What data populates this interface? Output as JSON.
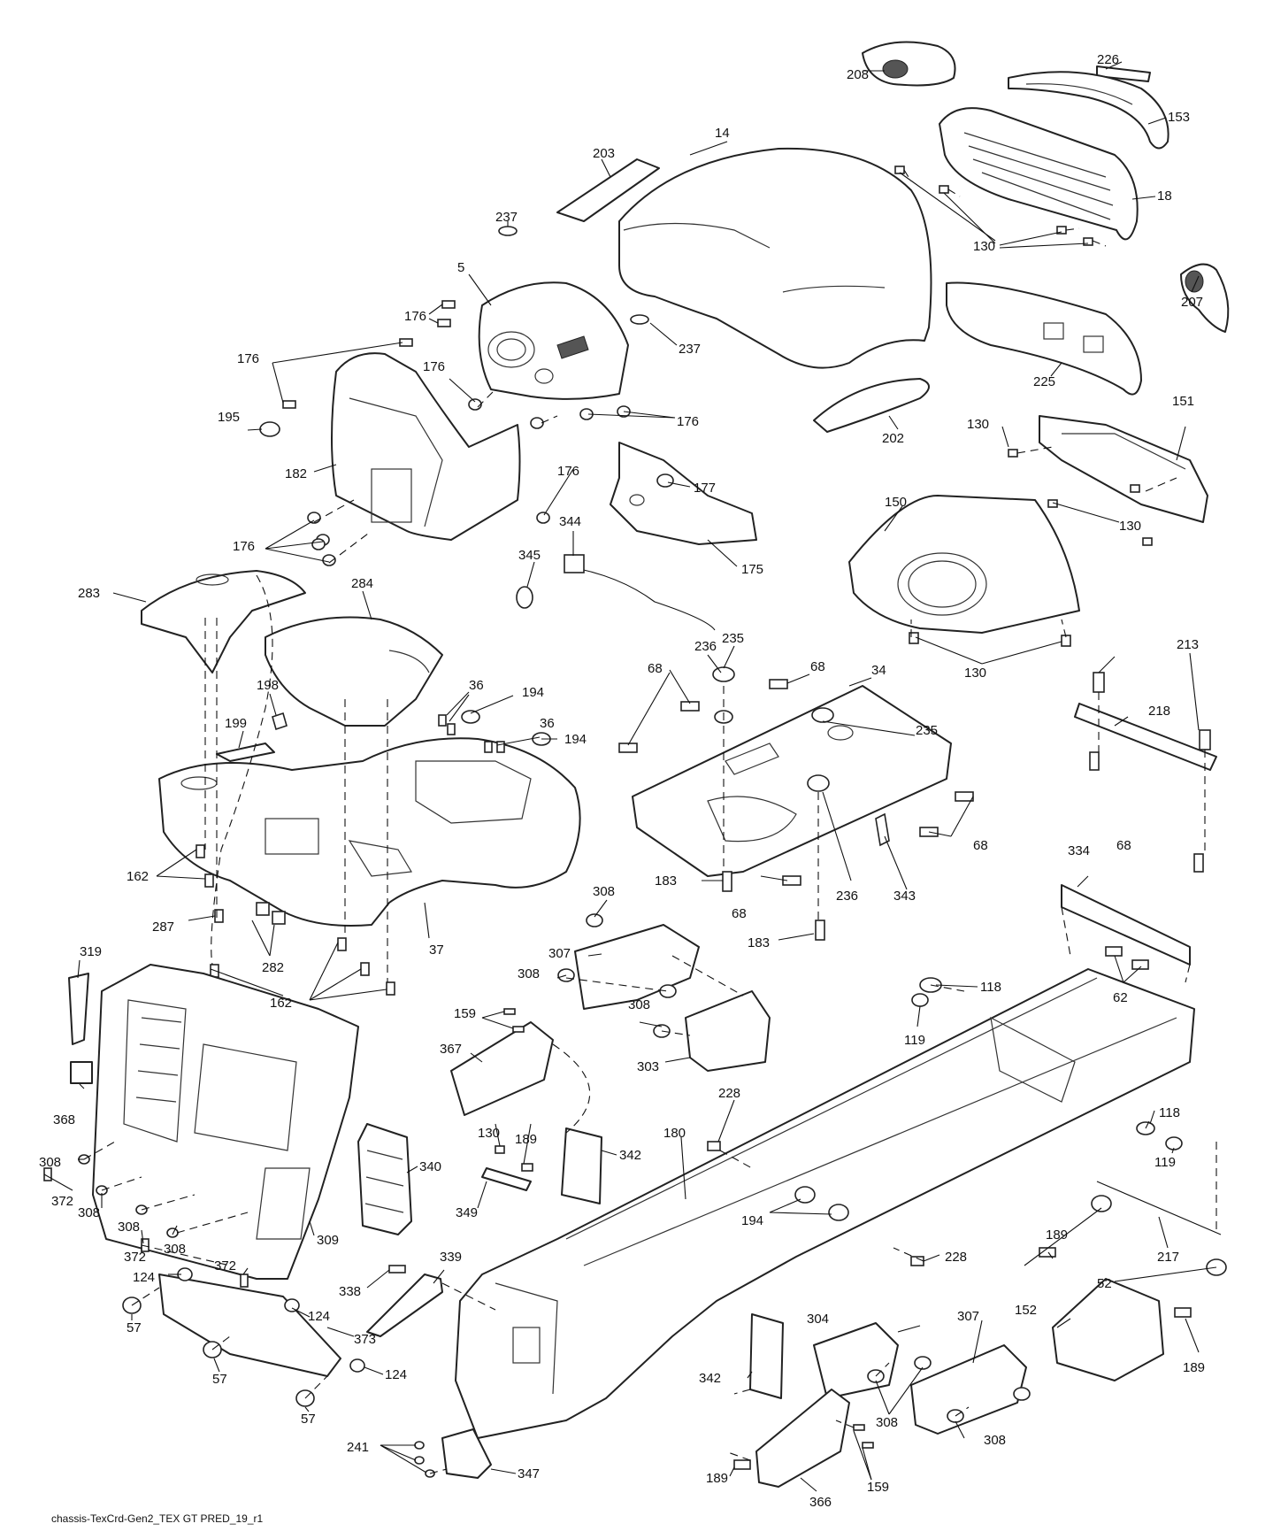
{
  "caption": "chassis-TexCrd-Gen2_TEX GT PRED_19_r1",
  "callouts": [
    {
      "id": "208",
      "label": "208"
    },
    {
      "id": "226",
      "label": "226"
    },
    {
      "id": "153",
      "label": "153"
    },
    {
      "id": "14",
      "label": "14"
    },
    {
      "id": "203",
      "label": "203"
    },
    {
      "id": "18",
      "label": "18"
    },
    {
      "id": "130a",
      "label": "130"
    },
    {
      "id": "237a",
      "label": "237"
    },
    {
      "id": "207",
      "label": "207"
    },
    {
      "id": "5",
      "label": "5"
    },
    {
      "id": "176a",
      "label": "176"
    },
    {
      "id": "237b",
      "label": "237"
    },
    {
      "id": "176b",
      "label": "176"
    },
    {
      "id": "176c",
      "label": "176"
    },
    {
      "id": "225",
      "label": "225"
    },
    {
      "id": "195",
      "label": "195"
    },
    {
      "id": "176d",
      "label": "176"
    },
    {
      "id": "202",
      "label": "202"
    },
    {
      "id": "130b",
      "label": "130"
    },
    {
      "id": "151",
      "label": "151"
    },
    {
      "id": "182",
      "label": "182"
    },
    {
      "id": "176e",
      "label": "176"
    },
    {
      "id": "177",
      "label": "177"
    },
    {
      "id": "176f",
      "label": "176"
    },
    {
      "id": "130c",
      "label": "130"
    },
    {
      "id": "150",
      "label": "150"
    },
    {
      "id": "344",
      "label": "344"
    },
    {
      "id": "175",
      "label": "175"
    },
    {
      "id": "345",
      "label": "345"
    },
    {
      "id": "283",
      "label": "283"
    },
    {
      "id": "284",
      "label": "284"
    },
    {
      "id": "130d",
      "label": "130"
    },
    {
      "id": "236a",
      "label": "236"
    },
    {
      "id": "235a",
      "label": "235"
    },
    {
      "id": "68a",
      "label": "68"
    },
    {
      "id": "34",
      "label": "34"
    },
    {
      "id": "213",
      "label": "213"
    },
    {
      "id": "198",
      "label": "198"
    },
    {
      "id": "36a",
      "label": "36"
    },
    {
      "id": "194a",
      "label": "194"
    },
    {
      "id": "68b",
      "label": "68"
    },
    {
      "id": "218",
      "label": "218"
    },
    {
      "id": "36b",
      "label": "36"
    },
    {
      "id": "199",
      "label": "199"
    },
    {
      "id": "235b",
      "label": "235"
    },
    {
      "id": "194b",
      "label": "194"
    },
    {
      "id": "68c",
      "label": "68"
    },
    {
      "id": "68d",
      "label": "68"
    },
    {
      "id": "162a",
      "label": "162"
    },
    {
      "id": "183a",
      "label": "183"
    },
    {
      "id": "68e",
      "label": "68"
    },
    {
      "id": "236b",
      "label": "236"
    },
    {
      "id": "343",
      "label": "343"
    },
    {
      "id": "334",
      "label": "334"
    },
    {
      "id": "308a",
      "label": "308"
    },
    {
      "id": "287",
      "label": "287"
    },
    {
      "id": "37",
      "label": "37"
    },
    {
      "id": "183b",
      "label": "183"
    },
    {
      "id": "282",
      "label": "282"
    },
    {
      "id": "307a",
      "label": "307"
    },
    {
      "id": "319",
      "label": "319"
    },
    {
      "id": "308b",
      "label": "308"
    },
    {
      "id": "62",
      "label": "62"
    },
    {
      "id": "162b",
      "label": "162"
    },
    {
      "id": "118a",
      "label": "118"
    },
    {
      "id": "159a",
      "label": "159"
    },
    {
      "id": "308c",
      "label": "308"
    },
    {
      "id": "119a",
      "label": "119"
    },
    {
      "id": "367",
      "label": "367"
    },
    {
      "id": "303",
      "label": "303"
    },
    {
      "id": "368",
      "label": "368"
    },
    {
      "id": "228a",
      "label": "228"
    },
    {
      "id": "118b",
      "label": "118"
    },
    {
      "id": "130e",
      "label": "130"
    },
    {
      "id": "189a",
      "label": "189"
    },
    {
      "id": "342a",
      "label": "342"
    },
    {
      "id": "180",
      "label": "180"
    },
    {
      "id": "308d",
      "label": "308"
    },
    {
      "id": "340",
      "label": "340"
    },
    {
      "id": "119b",
      "label": "119"
    },
    {
      "id": "372a",
      "label": "372"
    },
    {
      "id": "308e",
      "label": "308"
    },
    {
      "id": "349",
      "label": "349"
    },
    {
      "id": "308f",
      "label": "308"
    },
    {
      "id": "309",
      "label": "309"
    },
    {
      "id": "194c",
      "label": "194"
    },
    {
      "id": "189b",
      "label": "189"
    },
    {
      "id": "372b",
      "label": "372"
    },
    {
      "id": "308g",
      "label": "308"
    },
    {
      "id": "217",
      "label": "217"
    },
    {
      "id": "339",
      "label": "339"
    },
    {
      "id": "228b",
      "label": "228"
    },
    {
      "id": "372c",
      "label": "372"
    },
    {
      "id": "52",
      "label": "52"
    },
    {
      "id": "124a",
      "label": "124"
    },
    {
      "id": "338",
      "label": "338"
    },
    {
      "id": "124b",
      "label": "124"
    },
    {
      "id": "304",
      "label": "304"
    },
    {
      "id": "307b",
      "label": "307"
    },
    {
      "id": "152",
      "label": "152"
    },
    {
      "id": "57a",
      "label": "57"
    },
    {
      "id": "373",
      "label": "373"
    },
    {
      "id": "189c",
      "label": "189"
    },
    {
      "id": "57b",
      "label": "57"
    },
    {
      "id": "124c",
      "label": "124"
    },
    {
      "id": "342b",
      "label": "342"
    },
    {
      "id": "57c",
      "label": "57"
    },
    {
      "id": "308h",
      "label": "308"
    },
    {
      "id": "308i",
      "label": "308"
    },
    {
      "id": "241",
      "label": "241"
    },
    {
      "id": "347",
      "label": "347"
    },
    {
      "id": "189d",
      "label": "189"
    },
    {
      "id": "366",
      "label": "366"
    },
    {
      "id": "159b",
      "label": "159"
    }
  ]
}
